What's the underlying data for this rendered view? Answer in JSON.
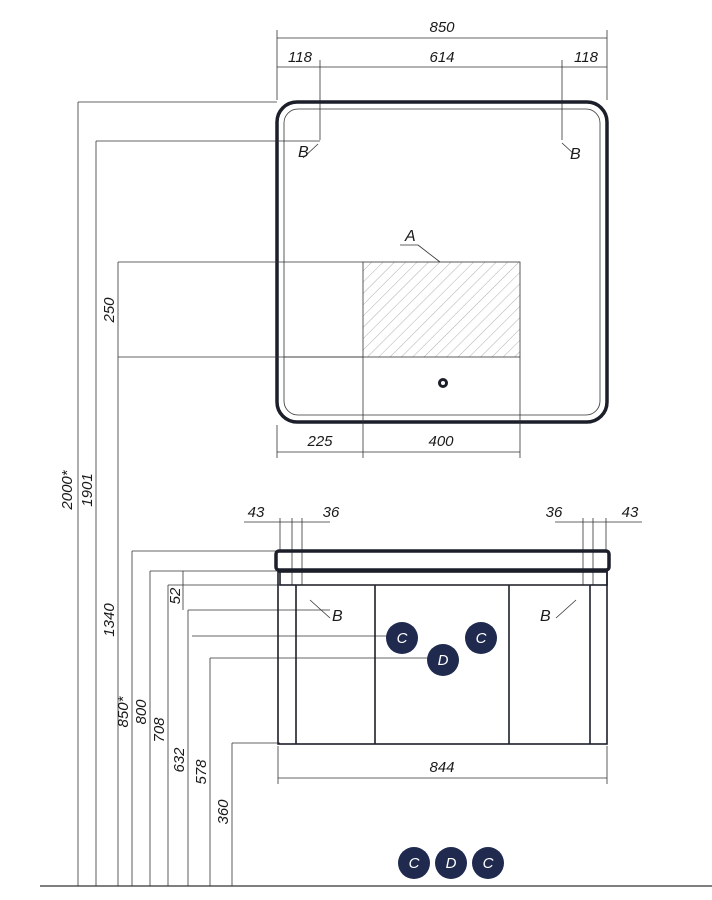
{
  "mirror": {
    "width": "850",
    "left_offset": "118",
    "center_span": "614",
    "right_offset": "118",
    "panel_height": "250",
    "panel_left": "225",
    "panel_width": "400",
    "panel_callout": "A",
    "hook_left": "B",
    "hook_right": "B"
  },
  "vertical_dims": {
    "total_height": "2000*",
    "mirror_hook": "1901",
    "mirror_bottom": "1340",
    "cabinet_top": "850*",
    "basin_top": "800",
    "under_basin": "708",
    "drawer_top": "632",
    "pipe_level": "578",
    "cabinet_bottom": "360",
    "inset": "52"
  },
  "cabinet": {
    "left_outer": "43",
    "left_inner": "36",
    "right_inner": "36",
    "right_outer": "43",
    "width": "844",
    "hook_left": "B",
    "hook_right": "B"
  },
  "connections": {
    "c_label": "C",
    "d_label": "D",
    "badge_color": "#1f2a4e"
  },
  "colors": {
    "outline": "#1c1f2a",
    "dim_line": "#333333",
    "hatch": "#b0b0b0"
  }
}
